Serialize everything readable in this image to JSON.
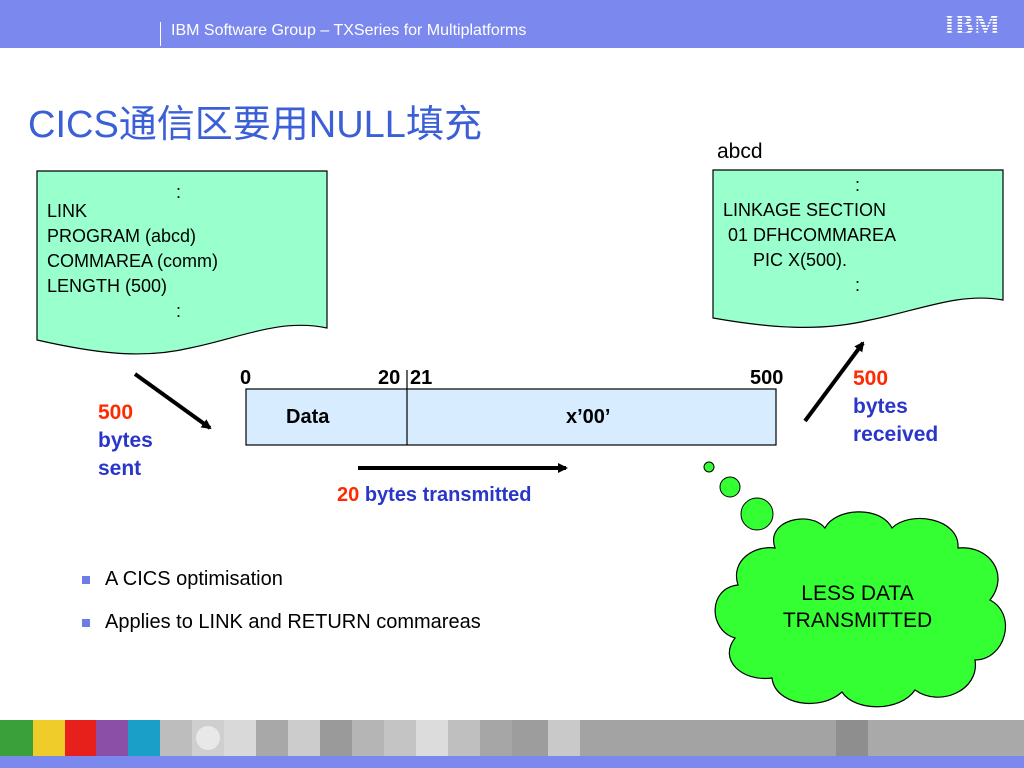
{
  "header": {
    "group_title": "IBM Software Group – TXSeries for Multiplatforms",
    "logo_text": "IBM"
  },
  "slide": {
    "title": "CICS通信区要用NULL填充"
  },
  "left_doc": {
    "lines": [
      ":",
      "LINK",
      "PROGRAM (abcd)",
      "COMMAREA (comm)",
      "LENGTH (500)",
      ":"
    ]
  },
  "right_doc": {
    "program_label": "abcd",
    "lines": [
      ":",
      "LINKAGE SECTION",
      " 01 DFHCOMMAREA",
      "      PIC X(500).",
      ":"
    ]
  },
  "sent": {
    "count": "500",
    "word1": "bytes",
    "word2": "sent"
  },
  "received": {
    "count": "500",
    "word1": "bytes",
    "word2": "received"
  },
  "buffer": {
    "offset_start": "0",
    "offset_20": "20",
    "offset_21": "21",
    "offset_end": "500",
    "data_label": "Data",
    "fill_label": "x’00’"
  },
  "transmitted": {
    "count": "20",
    "text": "bytes transmitted"
  },
  "bullets": [
    "A CICS optimisation",
    "Applies to LINK and RETURN commareas"
  ],
  "cloud": {
    "line1": "LESS DATA",
    "line2": "TRANSMITTED"
  },
  "colors": {
    "header_bar": "#7b88ee",
    "title_blue": "#3b5fd6",
    "doc_green": "#99ffcc",
    "cloud_green": "#33ff33",
    "buffer_fill": "#d8ecff",
    "accent_red": "#ff2a00",
    "text_blue": "#2a36c8"
  }
}
